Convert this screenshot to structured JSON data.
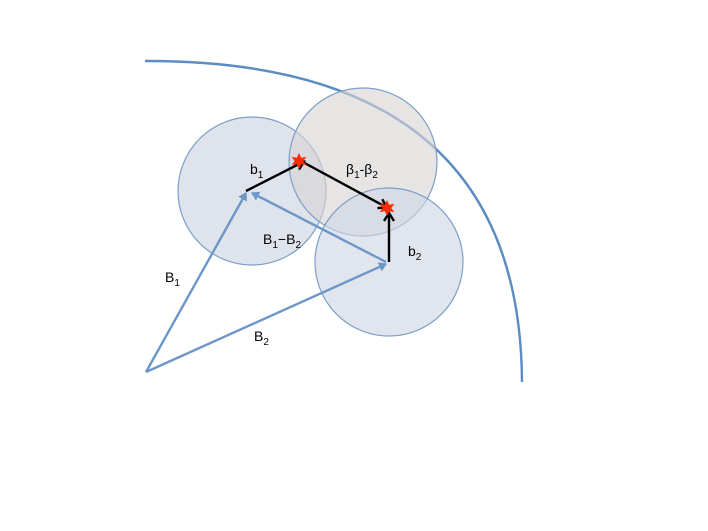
{
  "diagram": {
    "labels": {
      "b1": {
        "main": "b",
        "sub": "1"
      },
      "beta": {
        "main1": "β",
        "sub1": "1",
        "sep": "-",
        "main2": "β",
        "sub2": "2"
      },
      "b1_minus_b2": {
        "main1": "B",
        "sub1": "1",
        "sep": "−",
        "main2": "B",
        "sub2": "2"
      },
      "b2": {
        "main": "b",
        "sub": "2"
      },
      "B1": {
        "main": "B",
        "sub": "1"
      },
      "B2": {
        "main": "B",
        "sub": "2"
      }
    },
    "colors": {
      "arc": "#5b8cc2",
      "blue_vector": "#6d97c8",
      "black_vector": "#000000",
      "circle_fill_left": "#c9d2e0",
      "circle_fill_top": "#d9d3d3",
      "circle_fill_right": "#cfd6e3",
      "circle_stroke": "#7d9fc8",
      "star": "#ff2a00"
    }
  }
}
